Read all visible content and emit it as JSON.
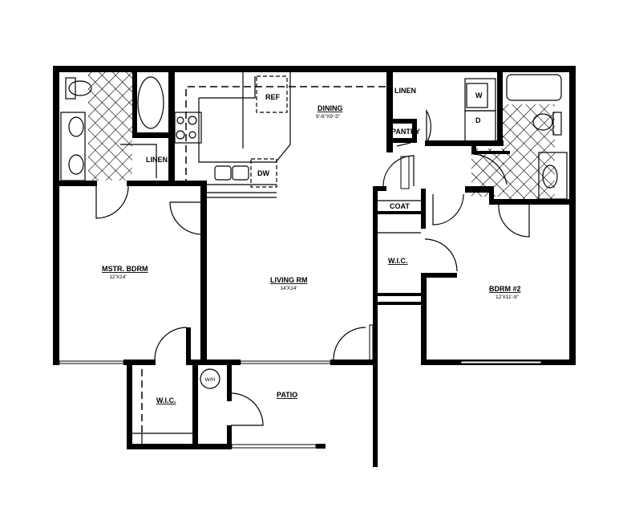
{
  "plan": {
    "rooms": {
      "master_bedroom": {
        "name": "MSTR. BDRM",
        "size": "12'X14'"
      },
      "living_room": {
        "name": "LIVING RM",
        "size": "14'X14'"
      },
      "dining": {
        "name": "DINING",
        "size": "9'-6\"X9'-5\""
      },
      "bedroom_2": {
        "name": "BDRM #2",
        "size": "12'X11'-9\""
      },
      "patio": {
        "name": "PATIO"
      },
      "master_wic": {
        "name": "W.I.C."
      },
      "bedroom_2_wic": {
        "name": "W.I.C."
      }
    },
    "fixtures": {
      "ref": "REF",
      "dw": "DW",
      "linen_master": "LINEN",
      "linen_hall": "LINEN",
      "pantry": "PANTRY",
      "coat": "COAT",
      "washer": "W",
      "dryer": "D",
      "water_heater": "W/H"
    },
    "colors": {
      "walls": "#000000",
      "background": "#ffffff"
    }
  }
}
